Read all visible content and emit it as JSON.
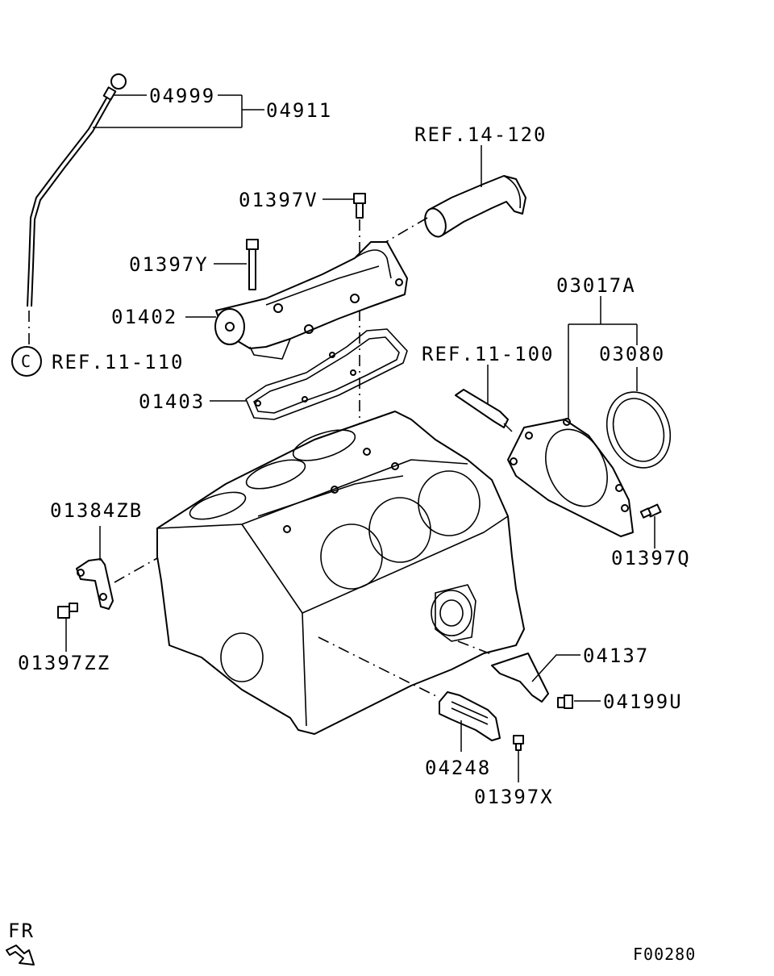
{
  "labels": {
    "p04999": "04999",
    "p04911": "04911",
    "ref14_120": "REF.14-120",
    "p01397V": "01397V",
    "p01397Y": "01397Y",
    "p01402": "01402",
    "ref_circle": "C",
    "ref11_110": "REF.11-110",
    "p03017A": "03017A",
    "ref11_100": "REF.11-100",
    "p03080": "03080",
    "p01403": "01403",
    "p01384ZB": "01384ZB",
    "p01397Q": "01397Q",
    "p01397ZZ": "01397ZZ",
    "p04137": "04137",
    "p04199U": "04199U",
    "p04248": "04248",
    "p01397X": "01397X",
    "fr": "FR",
    "figure_id": "F00280"
  }
}
